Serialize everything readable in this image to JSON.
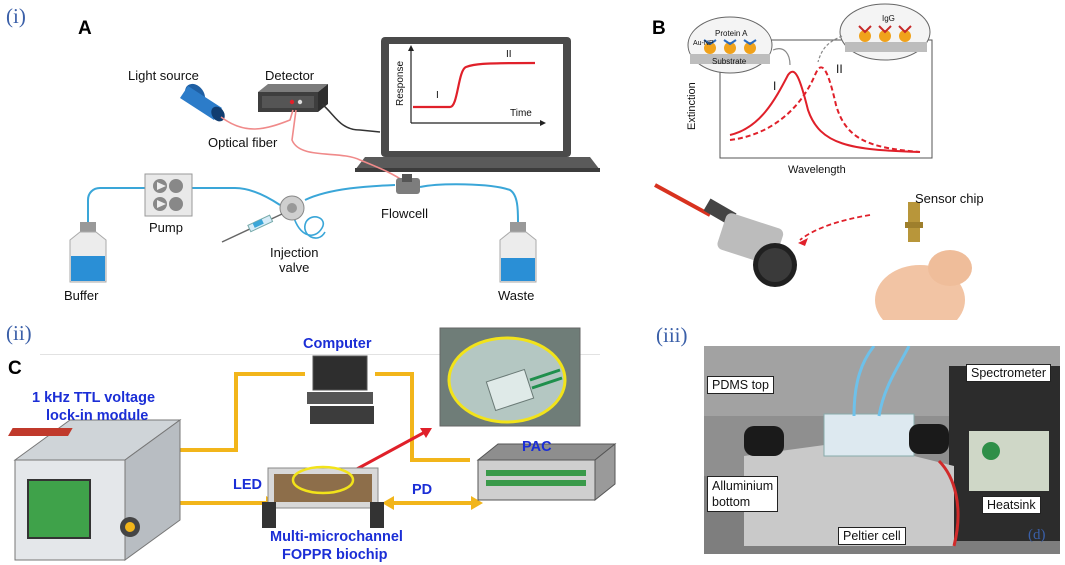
{
  "sections": {
    "i": "(i)",
    "ii": "(ii)",
    "iii": "(iii)"
  },
  "panels": {
    "A": "A",
    "B": "B",
    "C": "C"
  },
  "panel_a": {
    "light_source": "Light source",
    "detector": "Detector",
    "optical_fiber": "Optical fiber",
    "pump": "Pump",
    "injection_valve": "Injection\nvalve",
    "flowcell": "Flowcell",
    "buffer": "Buffer",
    "waste": "Waste",
    "plot_ylabel": "Response",
    "plot_xlabel": "Time",
    "phase_1": "I",
    "phase_2": "II"
  },
  "panel_b": {
    "protein_a": "Protein A",
    "au_np": "Au-NP",
    "substrate": "Substrate",
    "igg": "IgG",
    "ylabel": "Extinction",
    "xlabel": "Wavelength",
    "peak_1": "I",
    "peak_2": "II",
    "sensor_chip": "Sensor chip"
  },
  "panel_c": {
    "computer": "Computer",
    "lockin_line1": "1 kHz TTL voltage",
    "lockin_line2": "lock-in module",
    "led": "LED",
    "pd": "PD",
    "pac": "PAC",
    "biochip_line1": "Multi-microchannel",
    "biochip_line2": "FOPPR biochip"
  },
  "panel_iii": {
    "pdms_top": "PDMS top",
    "spectrometer": "Spectrometer",
    "alluminium_bottom": "Alluminium\nbottom",
    "heatsink": "Heatsink",
    "peltier_cell": "Peltier cell",
    "sub_label": "(d)"
  },
  "colors": {
    "roman_label": "#3a5fa8",
    "blue_label": "#1b2ed6",
    "red_curve": "#e0202a",
    "tubing": "#3aa6d8",
    "connector": "#f2b51a"
  }
}
